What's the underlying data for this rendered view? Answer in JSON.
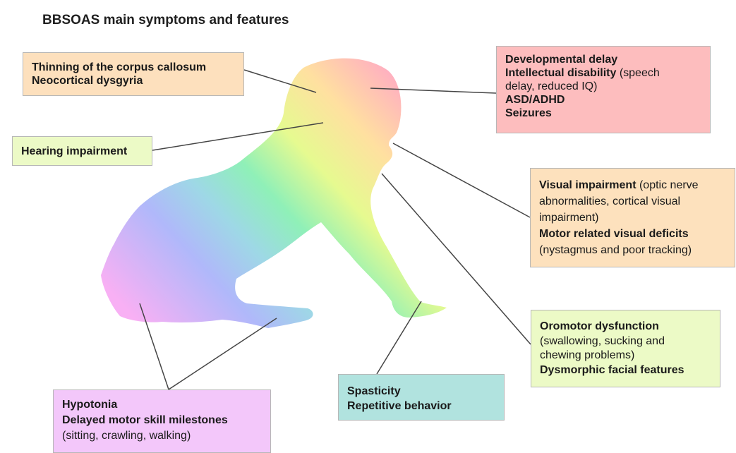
{
  "title": "BBSOAS main symptoms and features",
  "boxes": {
    "brain": {
      "lines": [
        {
          "bold": "Thinning of the corpus callosum",
          "rest": ""
        },
        {
          "bold": "Neocortical dysgyria",
          "rest": ""
        }
      ],
      "color": "#fde0bd"
    },
    "dev": {
      "lines": [
        {
          "bold": "Developmental delay",
          "rest": ""
        },
        {
          "bold": "Intellectual disability",
          "rest": " (speech"
        },
        {
          "bold": "",
          "rest": "delay, reduced IQ)"
        },
        {
          "bold": "ASD/ADHD",
          "rest": ""
        },
        {
          "bold": "Seizures",
          "rest": ""
        }
      ],
      "color": "#fdbdbe"
    },
    "hearing": {
      "lines": [
        {
          "bold": "Hearing impairment",
          "rest": ""
        }
      ],
      "color": "#ecfac6"
    },
    "visual": {
      "lines": [
        {
          "bold": "Visual impairment",
          "rest": " (optic nerve"
        },
        {
          "bold": "",
          "rest": "abnormalities, cortical visual"
        },
        {
          "bold": "",
          "rest": "impairment)"
        },
        {
          "bold": "Motor related visual deficits",
          "rest": ""
        },
        {
          "bold": "",
          "rest": "(nystagmus and poor tracking)"
        }
      ],
      "color": "#fde1bd"
    },
    "oro": {
      "lines": [
        {
          "bold": "Oromotor dysfunction",
          "rest": ""
        },
        {
          "bold": "",
          "rest": "(swallowing, sucking and"
        },
        {
          "bold": "",
          "rest": "chewing problems)"
        },
        {
          "bold": "Dysmorphic facial features",
          "rest": ""
        }
      ],
      "color": "#ecfac6"
    },
    "spas": {
      "lines": [
        {
          "bold": "Spasticity",
          "rest": ""
        },
        {
          "bold": "Repetitive behavior",
          "rest": ""
        }
      ],
      "color": "#b1e3df"
    },
    "hypo": {
      "lines": [
        {
          "bold": "Hypotonia",
          "rest": ""
        },
        {
          "bold": "Delayed motor skill milestones",
          "rest": ""
        },
        {
          "bold": "",
          "rest": "(sitting, crawling, walking)"
        }
      ],
      "color": "#f3c7fa"
    }
  }
}
